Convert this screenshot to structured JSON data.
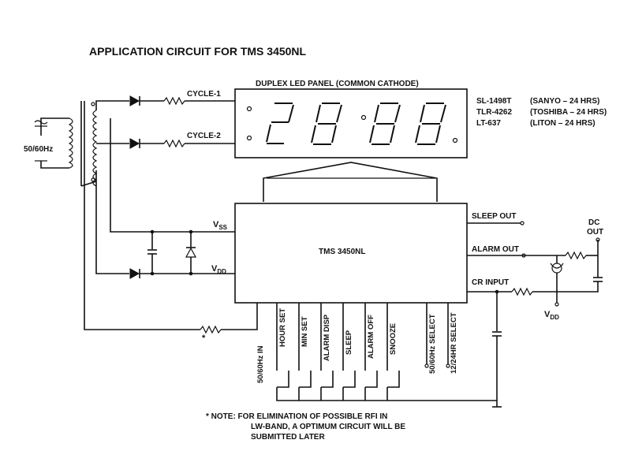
{
  "title": "APPLICATION CIRCUIT FOR TMS 3450NL",
  "led_panel": {
    "label": "DUPLEX LED PANEL (COMMON CATHODE)"
  },
  "displays": [
    {
      "part": "SL-1498T",
      "maker": "(SANYO – 24 HRS)"
    },
    {
      "part": "TLR-4262",
      "maker": "(TOSHIBA – 24 HRS)"
    },
    {
      "part": "LT-637",
      "maker": "(LITON – 24 HRS)"
    }
  ],
  "source": {
    "label": "50/60Hz"
  },
  "cycles": [
    "CYCLE-1",
    "CYCLE-2"
  ],
  "chip": {
    "name": "TMS 3450NL",
    "vss": "V",
    "vss_sub": "SS",
    "vdd": "V",
    "vdd_sub": "DD"
  },
  "outputs": {
    "sleep": "SLEEP OUT",
    "alarm": "ALARM OUT",
    "cr": "CR INPUT",
    "dc": "DC",
    "dc2": "OUT",
    "vdd": "V",
    "vdd_sub": "DD"
  },
  "switch_inputs": [
    "HOUR SET",
    "MIN SET",
    "ALARM DISP",
    "SLEEP",
    "ALARM OFF",
    "SNOOZE",
    "50/60Hz SELECT",
    "12/24HR SELECT"
  ],
  "freq_input": "50/60Hz IN",
  "note_marker": "*",
  "note_lines": [
    "* NOTE:  FOR ELIMINATION OF POSSIBLE RFI IN",
    "LW-BAND, A OPTIMUM CIRCUIT WILL BE",
    "SUBMITTED LATER"
  ]
}
